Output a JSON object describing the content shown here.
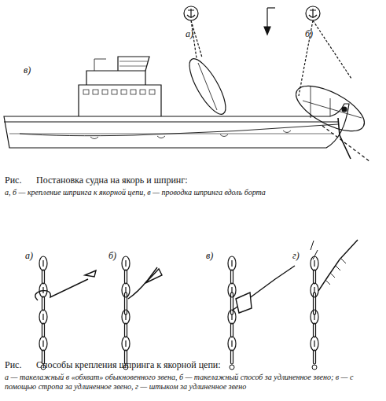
{
  "diagram": {
    "labels": [
      "а)",
      "б)",
      "в)",
      "Рис.",
      "Постановка судна на якорь и шпринг:",
      "а, б — крепление шпринга к якорной цепи, в — проводка шпринга вдоль борта",
      "а)",
      "б)",
      "в)",
      "г)",
      "Рис.",
      "Способы крепления шпринга к якорной цепи:",
      "а — такелажный в «обхват» обыкновенного звена, б — такелажный способ за удлиненное звено; в — с помощью стропа за удлиненное звено, г — штыком за удлиненное звено"
    ]
  }
}
